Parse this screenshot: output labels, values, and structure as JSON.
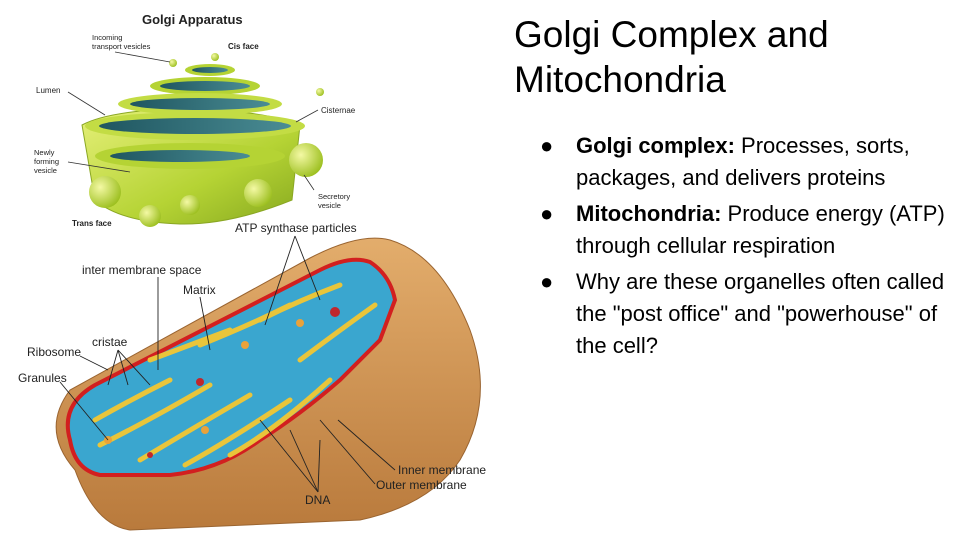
{
  "slide": {
    "title_line1": "Golgi Complex and",
    "title_line2": "Mitochondria",
    "bullets": [
      {
        "bold": "Golgi complex:",
        "text": " Processes, sorts, packages, and delivers proteins"
      },
      {
        "bold": "Mitochondria:",
        "text": " Produce energy (ATP) through cellular respiration"
      },
      {
        "bold": "",
        "text": "Why are these organelles often called the \"post office\" and \"powerhouse\" of the cell?"
      }
    ],
    "bullet_glyph": "●"
  },
  "golgi_diagram": {
    "title": "Golgi Apparatus",
    "labels": {
      "incoming_line1": "Incoming",
      "incoming_line2": "transport vesicles",
      "cis_face": "Cis face",
      "lumen": "Lumen",
      "cisternae": "Cisternae",
      "newly_line1": "Newly",
      "newly_line2": "forming",
      "newly_line3": "vesicle",
      "secretory_line1": "Secretory",
      "secretory_line2": "vesicle",
      "trans_face": "Trans face"
    },
    "colors": {
      "membrane": "#b5d334",
      "lumen": "#2e6f7a"
    }
  },
  "mito_diagram": {
    "labels": {
      "atp_synthase": "ATP synthase particles",
      "inter_membrane": "inter membrane space",
      "matrix": "Matrix",
      "ribosome": "Ribosome",
      "cristae": "cristae",
      "granules": "Granules",
      "inner_membrane": "Inner membrane",
      "outer_membrane": "Outer membrane",
      "dna": "DNA"
    },
    "colors": {
      "outer": "#d29a5c",
      "inner_edge": "#d21f1f",
      "matrix": "#3aa6cf",
      "cristae": "#e9c53a"
    }
  }
}
